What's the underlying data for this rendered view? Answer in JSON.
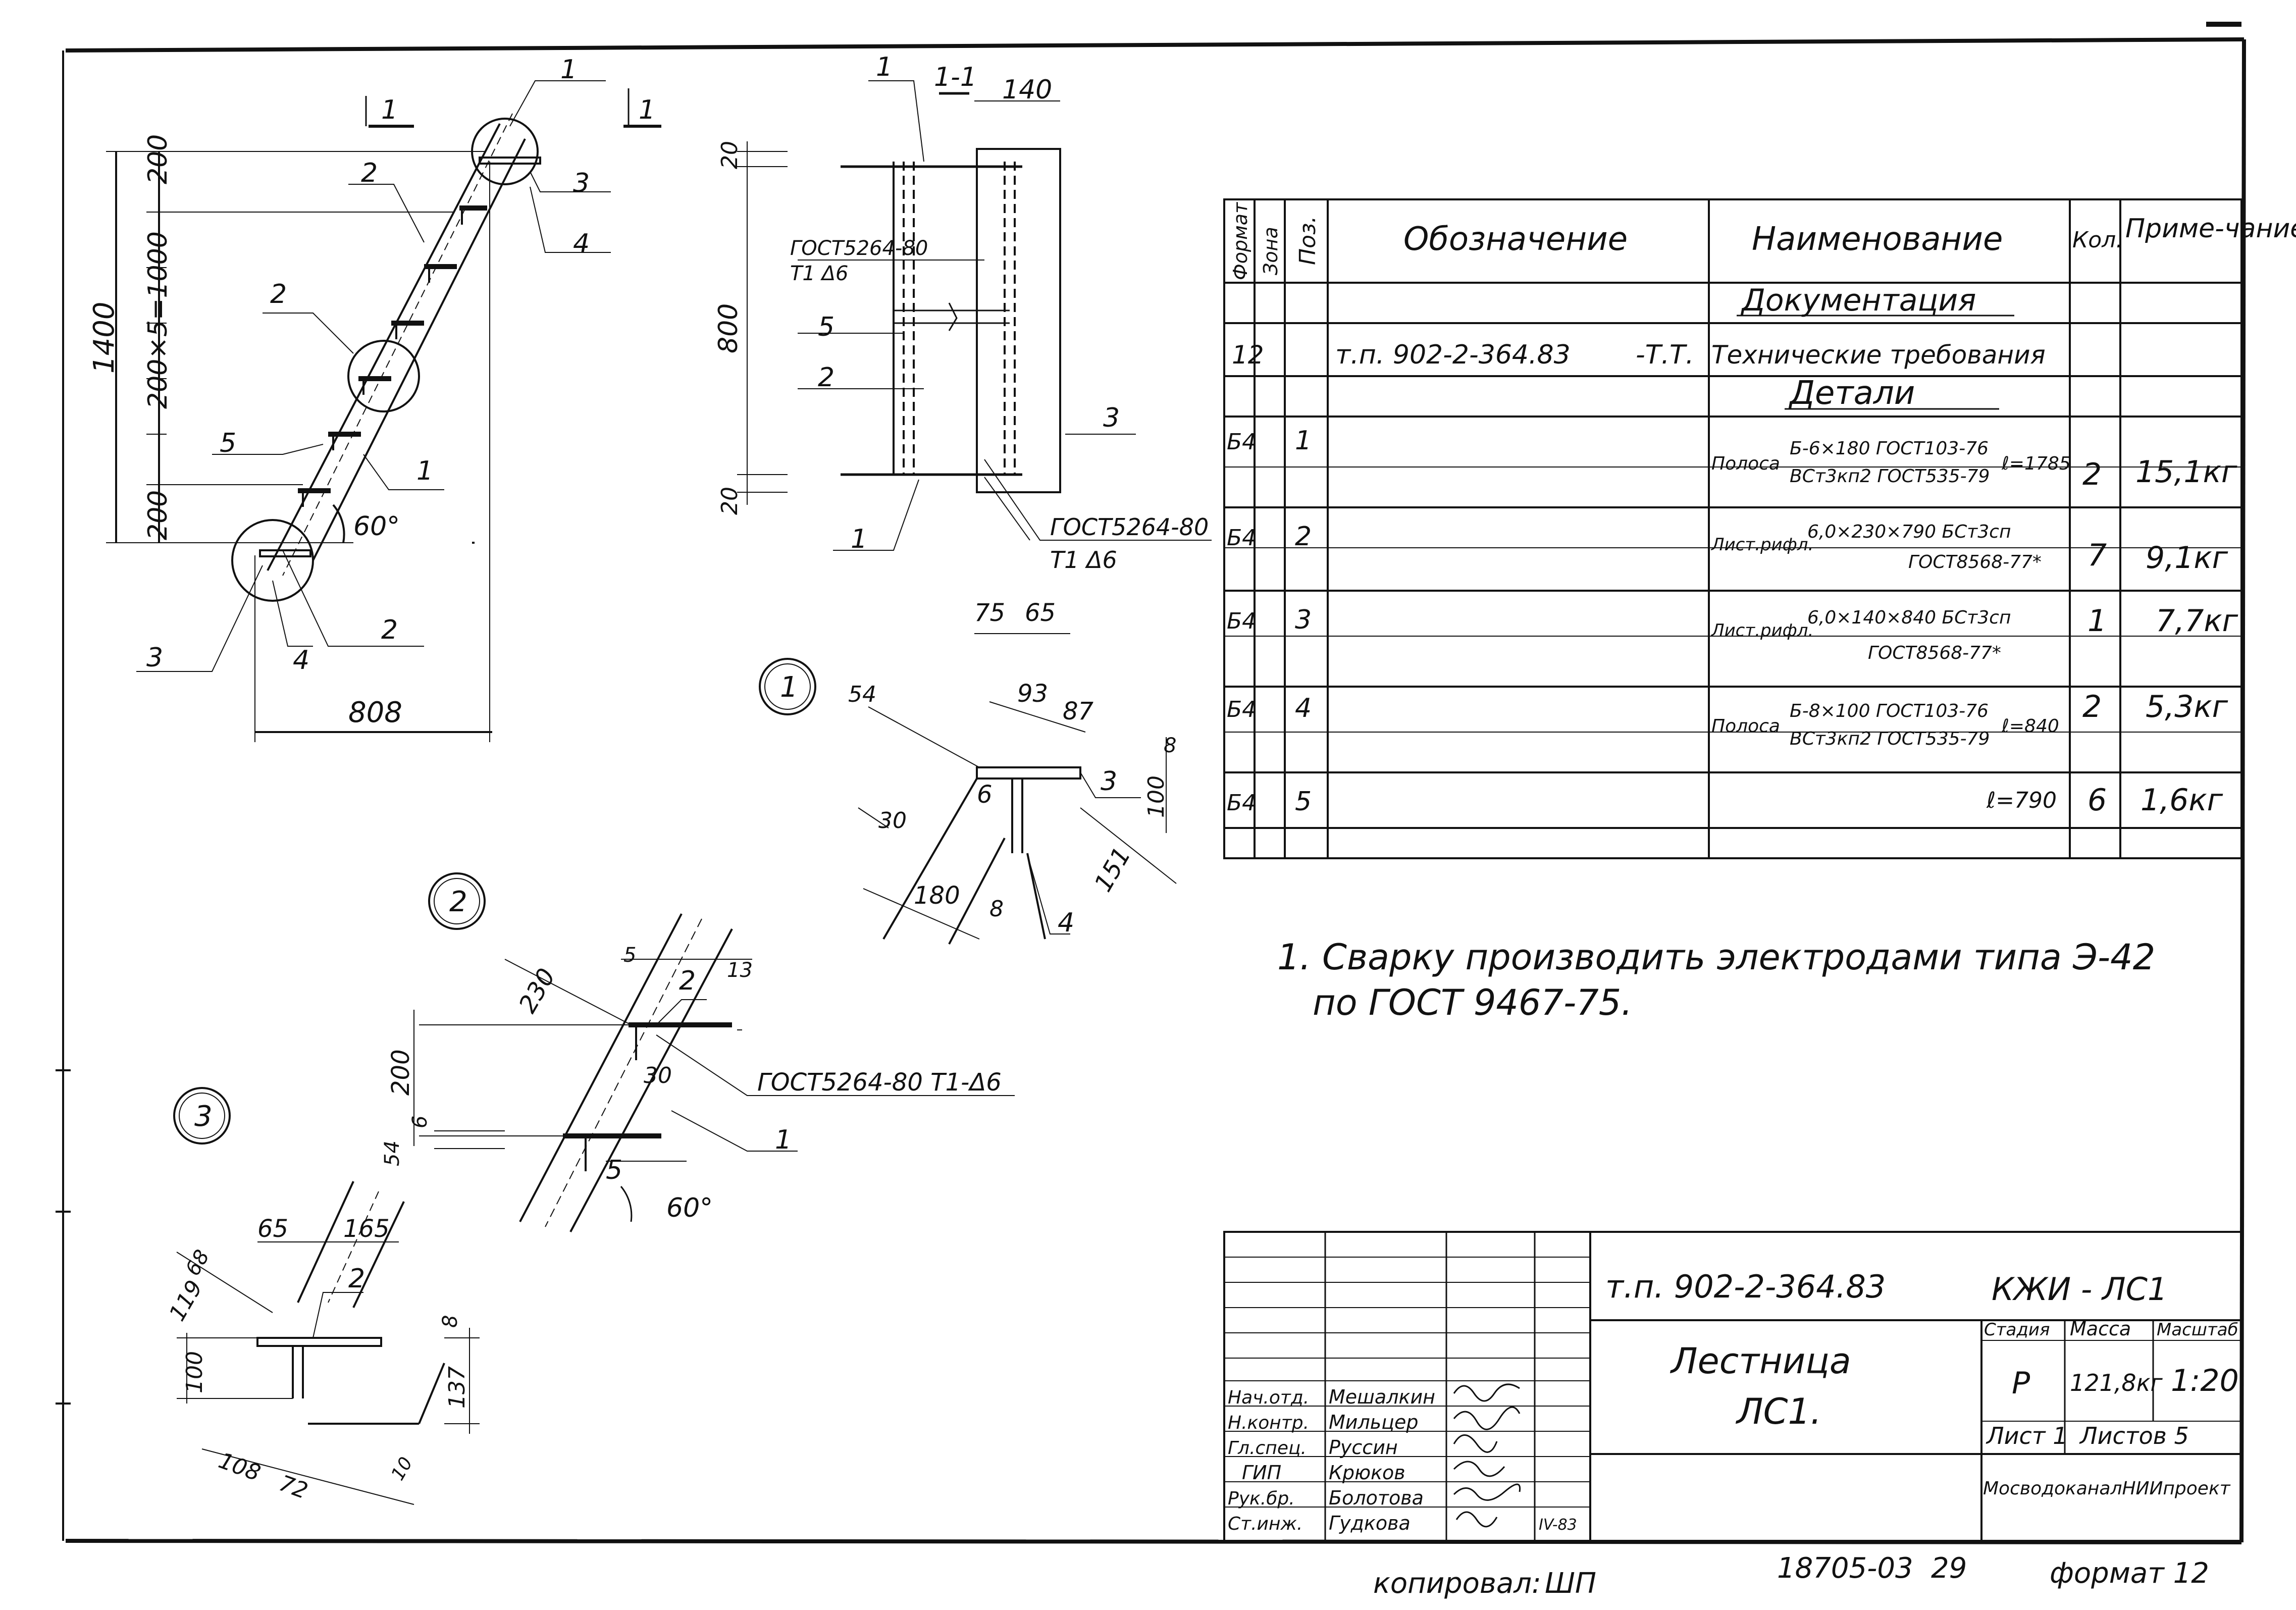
{
  "section_mark": {
    "label": "1",
    "title": "1-1"
  },
  "callouts": [
    "1",
    "2",
    "3"
  ],
  "elevation": {
    "dims": {
      "top": "200",
      "middle": "200×5=1000",
      "bottom": "200",
      "total": "1400",
      "width": "808",
      "angle": "60°"
    },
    "labels": [
      "1",
      "2",
      "3",
      "4",
      "2",
      "5",
      "1",
      "3",
      "4",
      "2"
    ]
  },
  "section_view": {
    "dims": {
      "width": "140",
      "top": "20",
      "height": "800",
      "bottom": "20"
    },
    "weld_note_1": {
      "line1": "ГОСТ5264-80",
      "line2": "Т1 Δ6"
    },
    "weld_note_2": {
      "line1": "ГОСТ5264-80",
      "line2": "Т1 Δ6"
    },
    "labels": [
      "1",
      "5",
      "2",
      "3",
      "1"
    ]
  },
  "detail_1": {
    "dims": [
      "75",
      "65",
      "93",
      "87",
      "54",
      "8",
      "100",
      "6",
      "30",
      "180",
      "8",
      "151"
    ],
    "labels": [
      "3",
      "4"
    ]
  },
  "detail_2": {
    "dims": [
      "230",
      "5",
      "13",
      "200",
      "30",
      "6",
      "54"
    ],
    "labels": [
      "2",
      "5",
      "1"
    ],
    "weld": "ГОСТ5264-80 Т1-Δ6",
    "angle": "60°"
  },
  "detail_3": {
    "dims": [
      "65",
      "165",
      "68",
      "119",
      "100",
      "8",
      "137",
      "108",
      "72",
      "10"
    ],
    "labels": [
      "2"
    ]
  },
  "spec_table": {
    "headers": {
      "format": "Формат",
      "zone": "Зона",
      "pos": "Поз.",
      "designation": "Обозначение",
      "name": "Наименование",
      "qty": "Кол.",
      "note": "Приме-чание"
    },
    "section_docs": "Документация",
    "doc_row": {
      "format": "12",
      "designation": "т.п. 902-2-364.83",
      "suffix": "-Т.Т.",
      "name": "Технические требования"
    },
    "section_details": "Детали",
    "rows": [
      {
        "format": "Б4",
        "pos": "1",
        "name_prefix": "Полоса",
        "name_top": "Б-6×180 ГОСТ103-76",
        "name_bottom": "ВСт3кп2 ГОСТ535-79",
        "length": "ℓ=1785",
        "qty": "2",
        "note": "15,1кг"
      },
      {
        "format": "Б4",
        "pos": "2",
        "name_prefix": "Лист.рифл.",
        "name_top": "6,0×230×790 БСт3сп",
        "name_bottom": "ГОСТ8568-77*",
        "length": "",
        "qty": "7",
        "note": "9,1кг"
      },
      {
        "format": "Б4",
        "pos": "3",
        "name_prefix": "Лист.рифл.",
        "name_top": "6,0×140×840 БСт3сп",
        "name_bottom": "ГОСТ8568-77*",
        "length": "",
        "qty": "1",
        "note": "7,7кг"
      },
      {
        "format": "Б4",
        "pos": "4",
        "name_prefix": "Полоса",
        "name_top": "Б-8×100 ГОСТ103-76",
        "name_bottom": "ВСт3кп2 ГОСТ535-79",
        "length": "ℓ=840",
        "qty": "2",
        "note": "5,3кг"
      },
      {
        "format": "Б4",
        "pos": "5",
        "name_prefix": "",
        "name_top": "",
        "name_bottom": "",
        "length": "ℓ=790",
        "qty": "6",
        "note": "1,6кг"
      }
    ]
  },
  "note": {
    "line1": "1. Сварку производить электродами типа Э-42",
    "line2": "по ГОСТ 9467-75."
  },
  "title_block": {
    "project_code": "т.п. 902-2-364.83",
    "drawing_code": "КЖИ - ЛС1",
    "title_line1": "Лестница",
    "title_line2": "ЛС1.",
    "stage_label": "Стадия",
    "mass_label": "Масса",
    "scale_label": "Масштаб",
    "stage": "Р",
    "mass": "121,8кг",
    "scale": "1:20",
    "sheet": "Лист 1",
    "sheets": "Листов 5",
    "org": "МосводоканалНИИпроект",
    "date": "IV-83",
    "staff": [
      {
        "role": "Нач.отд.",
        "name": "Мешалкин"
      },
      {
        "role": "Н.контр.",
        "name": "Мильцер"
      },
      {
        "role": "Гл.спец.",
        "name": "Руссин"
      },
      {
        "role": "ГИП",
        "name": "Крюков"
      },
      {
        "role": "Рук.бр.",
        "name": "Болотова"
      },
      {
        "role": "Ст.инж.",
        "name": "Гудкова"
      }
    ]
  },
  "footer": {
    "copied": "копировал:",
    "copied_sig": "ШП",
    "number": "18705-03",
    "page": "29",
    "format": "формат 12"
  }
}
